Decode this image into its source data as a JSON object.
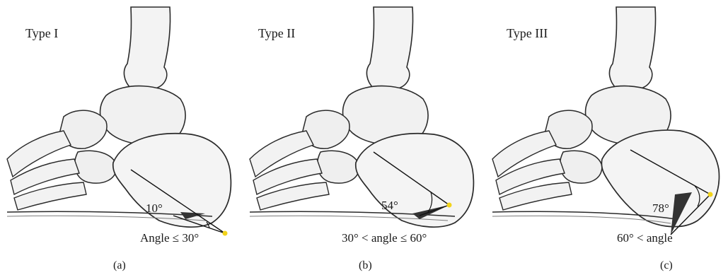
{
  "panels": [
    {
      "type_label": "Type I",
      "angle_value": "10°",
      "criterion": "Angle ≤ 30°",
      "caption": "(a)"
    },
    {
      "type_label": "Type II",
      "angle_value": "54°",
      "criterion": "30° < angle ≤ 60°",
      "caption": "(b)"
    },
    {
      "type_label": "Type III",
      "angle_value": "78°",
      "criterion": "60° < angle",
      "caption": "(c)"
    }
  ],
  "colors": {
    "bone_fill": "#f3f3f3",
    "bone_stroke": "#2a2a2a",
    "marker": "#f2d31a",
    "line": "#111111"
  }
}
